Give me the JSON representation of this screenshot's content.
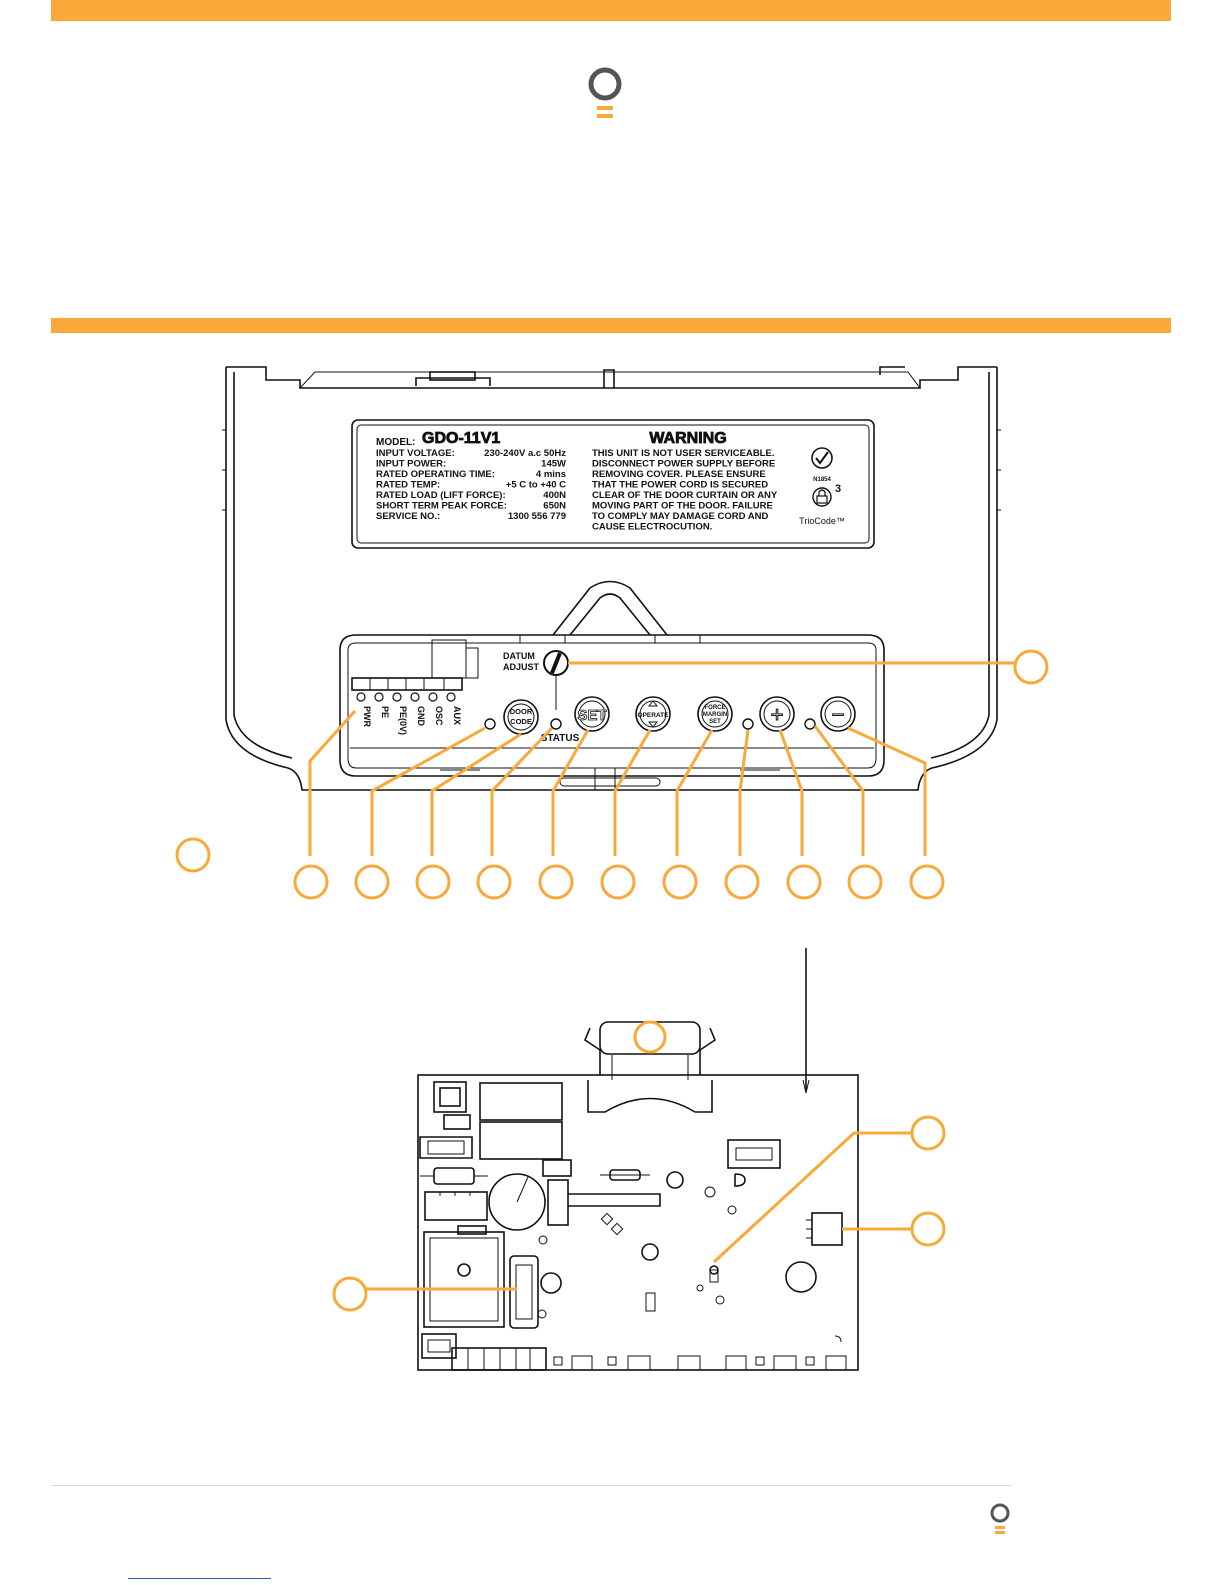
{
  "colors": {
    "accent": "#f9a83a",
    "line": "#111111",
    "link": "#2a5db0"
  },
  "label": {
    "model_key": "MODEL:",
    "model_value": "GDO-11V1",
    "specs": [
      {
        "key": "INPUT VOLTAGE:",
        "value": "230-240V a.c 50Hz"
      },
      {
        "key": "INPUT POWER:",
        "value": "145W"
      },
      {
        "key": "RATED OPERATING TIME:",
        "value": "4 mins"
      },
      {
        "key": "RATED TEMP:",
        "value": "+5 C to +40 C"
      },
      {
        "key": "RATED LOAD (LIFT FORCE):",
        "value": "400N"
      },
      {
        "key": "SHORT TERM PEAK FORCE:",
        "value": "650N"
      },
      {
        "key": "SERVICE NO.:",
        "value": "1300 556 779"
      }
    ],
    "warning_title": "WARNING",
    "warning_lines": [
      "THIS UNIT IS NOT USER SERVICEABLE.",
      "DISCONNECT POWER SUPPLY BEFORE",
      "REMOVING COVER. PLEASE ENSURE",
      "THAT THE POWER CORD IS SECURED",
      "CLEAR OF THE DOOR CURTAIN OR ANY",
      "MOVING PART OF THE DOOR. FAILURE",
      "TO COMPLY MAY DAMAGE CORD AND",
      "CAUSE ELECTROCUTION."
    ],
    "cert_code": "N1854",
    "triocode": "TrioCode™",
    "triocode_sup": "3"
  },
  "panel": {
    "datum": [
      "DATUM",
      "ADJUST"
    ],
    "terminals": [
      "PWR",
      "PE",
      "PE(0V)",
      "GND",
      "OSC",
      "AUX"
    ],
    "door_code": [
      "DOOR",
      "CODE"
    ],
    "status": "STATUS",
    "set": "SET",
    "operate": "OPERATE",
    "force": [
      "FORCE",
      "MARGIN",
      "SET"
    ],
    "plus": "+",
    "minus": "−"
  }
}
